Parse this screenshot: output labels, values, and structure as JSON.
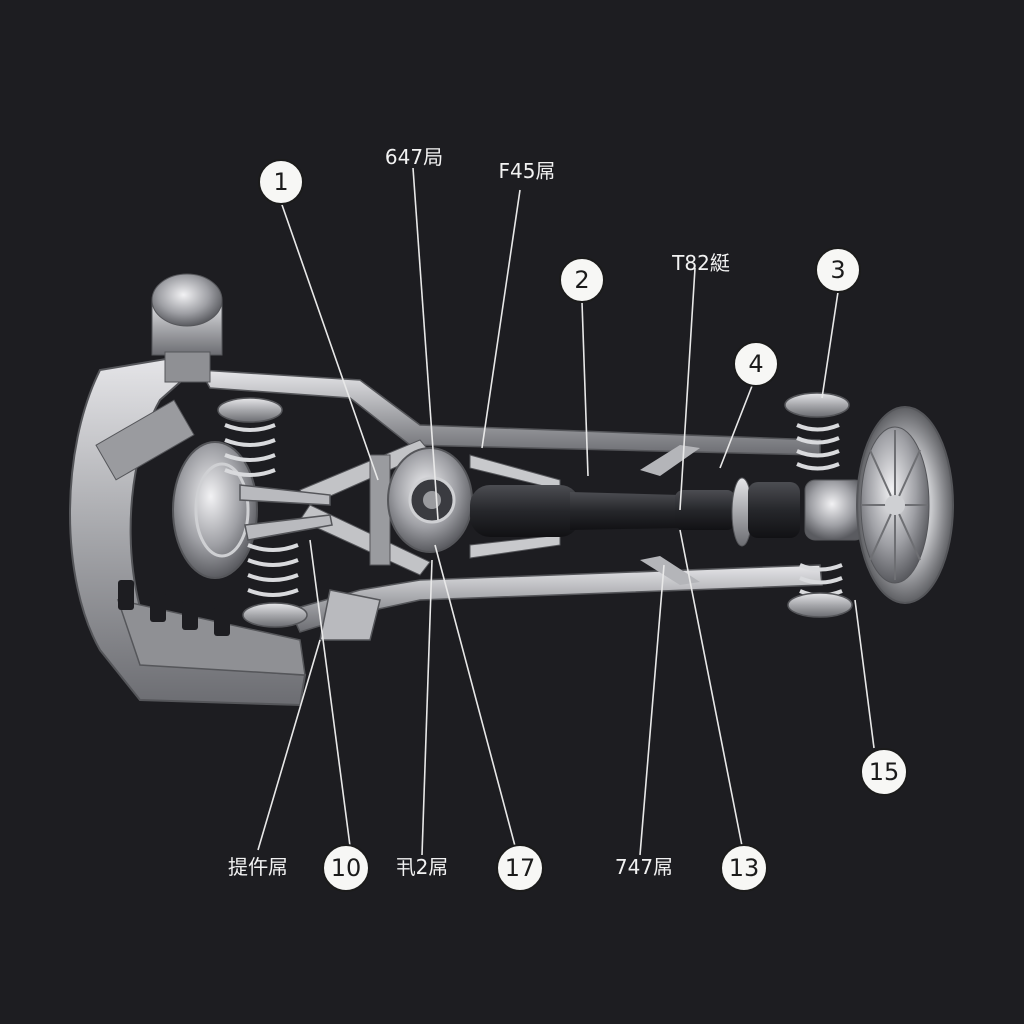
{
  "numbered_callouts": [
    {
      "id": "c1",
      "label": "1"
    },
    {
      "id": "c2",
      "label": "2"
    },
    {
      "id": "c3",
      "label": "3"
    },
    {
      "id": "c4",
      "label": "4"
    },
    {
      "id": "c10",
      "label": "10"
    },
    {
      "id": "c13",
      "label": "13"
    },
    {
      "id": "c15",
      "label": "15"
    },
    {
      "id": "c17",
      "label": "17"
    }
  ],
  "text_labels": [
    {
      "id": "t647",
      "text": "647局"
    },
    {
      "id": "tf45",
      "text": "F45屌"
    },
    {
      "id": "tt82",
      "text": "T82綎"
    },
    {
      "id": "tbottom1",
      "text": "提仵屌"
    },
    {
      "id": "tbottom2",
      "text": "丮2屌"
    },
    {
      "id": "tbottom3",
      "text": "747屌"
    }
  ],
  "colors": {
    "background": "#1d1d21",
    "metal": "#a9aaae",
    "metal_light": "#e3e3e6",
    "dark_part": "#26272b",
    "callout_fill": "#f7f7f5"
  }
}
